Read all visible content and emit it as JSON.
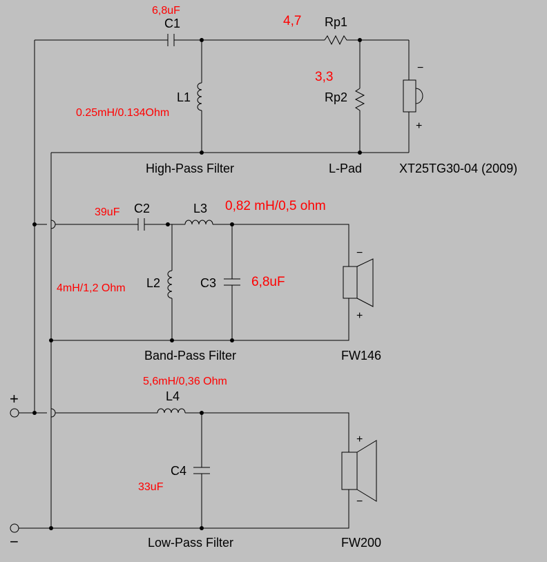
{
  "high_pass": {
    "title": "High-Pass Filter",
    "c1": {
      "name": "C1",
      "value": "6,8uF"
    },
    "l1": {
      "name": "L1",
      "value": "0.25mH/0.134Ohm"
    }
  },
  "lpad": {
    "title": "L-Pad",
    "rp1": {
      "name": "Rp1",
      "value": "4,7"
    },
    "rp2": {
      "name": "Rp2",
      "value": "3,3"
    }
  },
  "tweeter": {
    "name": "XT25TG30-04  (2009)",
    "minus": "−",
    "plus": "+"
  },
  "band_pass": {
    "title": "Band-Pass Filter",
    "c2": {
      "name": "C2",
      "value": "39uF"
    },
    "l3": {
      "name": "L3",
      "value": "0,82 mH/0,5 ohm"
    },
    "l2": {
      "name": "L2",
      "value": "4mH/1,2 Ohm"
    },
    "c3": {
      "name": "C3",
      "value": "6,8uF"
    }
  },
  "midrange": {
    "name": "FW146",
    "minus": "−",
    "plus": "+"
  },
  "low_pass": {
    "title": "Low-Pass Filter",
    "l4": {
      "name": "L4",
      "value": "5,6mH/0,36 Ohm"
    },
    "c4": {
      "name": "C4",
      "value": "33uF"
    }
  },
  "woofer": {
    "name": "FW200",
    "plus": "+",
    "minus": "−"
  },
  "input": {
    "plus": "+",
    "minus": "−"
  },
  "colors": {
    "background": "#c0c0c0",
    "wire": "#000000",
    "value_text": "#ff0000"
  }
}
